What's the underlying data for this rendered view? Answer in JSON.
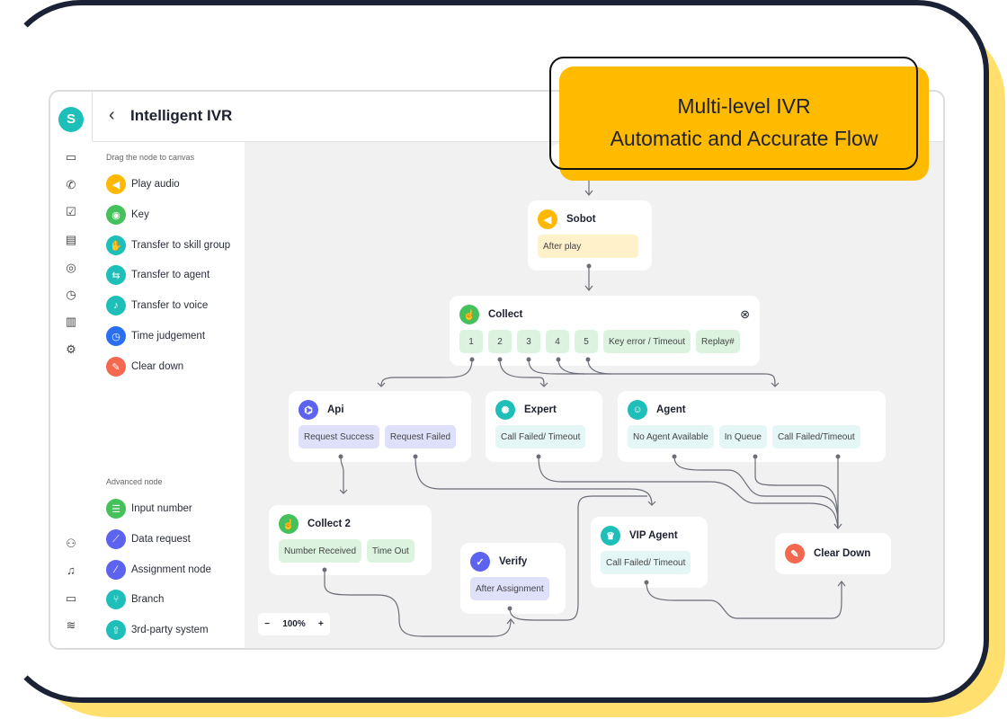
{
  "app": {
    "logo": "S",
    "title": "Intelligent IVR",
    "back_icon": "chevron-left-icon"
  },
  "rail": {
    "top_icons": [
      "message-icon",
      "phone-icon",
      "checkbox-icon",
      "clipboard-icon",
      "user-circle-icon",
      "clock-icon",
      "bar-chart-icon",
      "gear-icon"
    ],
    "bottom_icons": [
      "user-add-icon",
      "bell-icon",
      "folder-icon",
      "wifi-icon"
    ]
  },
  "panel": {
    "basic_heading": "Drag the node to canvas",
    "basic": [
      {
        "label": "Play audio",
        "color": "#ffb800",
        "icon": "speaker-icon"
      },
      {
        "label": "Key",
        "color": "#45c15b",
        "icon": "key-icon"
      },
      {
        "label": "Transfer to skill group",
        "color": "#1dbfb8",
        "icon": "hand-group-icon"
      },
      {
        "label": "Transfer to agent",
        "color": "#1dbfb8",
        "icon": "arrows-swap-icon"
      },
      {
        "label": "Transfer to voice",
        "color": "#1dbfb8",
        "icon": "microphone-icon"
      },
      {
        "label": "Time judgement",
        "color": "#2a6ff0",
        "icon": "clock-icon"
      },
      {
        "label": "Clear down",
        "color": "#f4684f",
        "icon": "broom-icon"
      }
    ],
    "advanced_heading": "Advanced node",
    "advanced": [
      {
        "label": "Input number",
        "color": "#45c15b",
        "icon": "numbered-list-icon"
      },
      {
        "label": "Data request",
        "color": "#5c63ee",
        "icon": "line-chart-icon"
      },
      {
        "label": "Assignment node",
        "color": "#5c63ee",
        "icon": "link-node-icon"
      },
      {
        "label": "Branch",
        "color": "#1dbfb8",
        "icon": "branch-icon"
      },
      {
        "label": "3rd-party system",
        "color": "#1dbfb8",
        "icon": "upload-icon"
      }
    ]
  },
  "canvas": {
    "zoom": "100%",
    "zoom_minus": "−",
    "zoom_plus": "+",
    "nodes": {
      "sobot": {
        "title": "Sobot",
        "ports": [
          "After play"
        ]
      },
      "collect": {
        "title": "Collect",
        "ports": [
          "1",
          "2",
          "3",
          "4",
          "5",
          "Key error / Timeout",
          "Replay#"
        ]
      },
      "api": {
        "title": "Api",
        "ports": [
          "Request Success",
          "Request Failed"
        ]
      },
      "expert": {
        "title": "Expert",
        "ports": [
          "Call Failed/ Timeout"
        ]
      },
      "agent": {
        "title": "Agent",
        "ports": [
          "No Agent Available",
          "In Queue",
          "Call Failed/Timeout"
        ]
      },
      "collect2": {
        "title": "Collect 2",
        "ports": [
          "Number Received",
          "Time Out"
        ]
      },
      "verify": {
        "title": "Verify",
        "ports": [
          "After Assignment"
        ]
      },
      "vip": {
        "title": "VIP Agent",
        "ports": [
          "Call Failed/ Timeout"
        ]
      },
      "clear": {
        "title": "Clear Down"
      }
    }
  },
  "callout": {
    "line1": "Multi-level IVR",
    "line2": "Automatic and Accurate Flow"
  }
}
